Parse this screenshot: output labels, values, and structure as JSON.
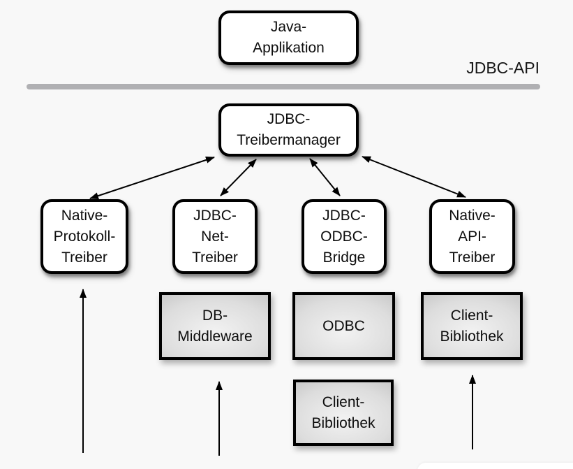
{
  "diagram": {
    "api_label": "JDBC-API",
    "nodes": {
      "java_application": {
        "lines": [
          "Java-",
          "Applikation"
        ]
      },
      "jdbc_treibermanager": {
        "lines": [
          "JDBC-",
          "Treibermanager"
        ]
      },
      "native_protokoll_treiber": {
        "lines": [
          "Native-",
          "Protokoll-",
          "Treiber"
        ]
      },
      "jdbc_net_treiber": {
        "lines": [
          "JDBC-",
          "Net-",
          "Treiber"
        ]
      },
      "jdbc_odbc_bridge": {
        "lines": [
          "JDBC-",
          "ODBC-",
          "Bridge"
        ]
      },
      "native_api_treiber": {
        "lines": [
          "Native-",
          "API-",
          "Treiber"
        ]
      },
      "db_middleware": {
        "lines": [
          "DB-",
          "Middleware"
        ]
      },
      "odbc": {
        "lines": [
          "ODBC"
        ]
      },
      "client_bibliothek_unten": {
        "lines": [
          "Client-",
          "Bibliothek"
        ]
      },
      "client_bibliothek_rechts": {
        "lines": [
          "Client-",
          "Bibliothek"
        ]
      }
    },
    "colors": {
      "background": "#f8f8f8",
      "box_border": "#000000",
      "box_fill_white": "#ffffff",
      "box_fill_gray_center": "#f2f2f2",
      "box_fill_gray_edge": "#bdbdbd",
      "divider": "#b0b0b3",
      "arrow": "#000000",
      "text": "#0d0d0d"
    }
  }
}
